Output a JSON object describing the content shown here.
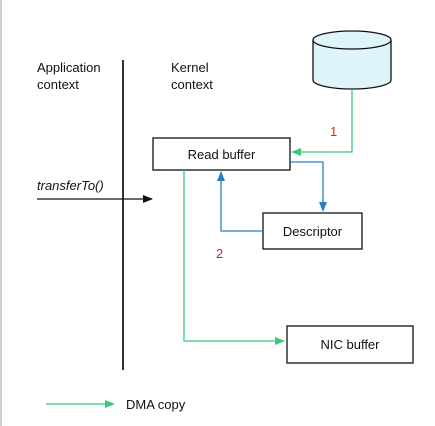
{
  "colors": {
    "dma": "#3cc878",
    "cpu": "#2a7fc4",
    "step": "#e02020",
    "divider": "#333333",
    "box_border": "#111111",
    "disk_fill": "#dff3fb",
    "frame": "#cfcfcf"
  },
  "columns": {
    "application_line1": "Application",
    "application_line2": "context",
    "kernel_line1": "Kernel",
    "kernel_line2": "context"
  },
  "call_label": "transferTo()",
  "boxes": {
    "read_buffer": "Read buffer",
    "descriptor": "Descriptor",
    "nic_buffer": "NIC buffer"
  },
  "steps": {
    "one": "1",
    "two": "2"
  },
  "legend": {
    "dma_copy": "DMA copy"
  },
  "icons": {
    "disk": "disk-cylinder-icon"
  }
}
